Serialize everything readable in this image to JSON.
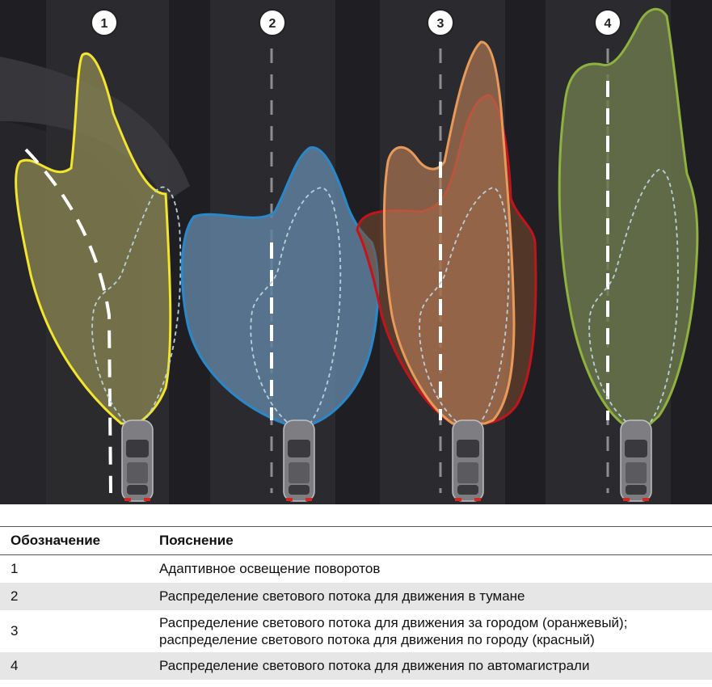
{
  "markers": [
    "1",
    "2",
    "3",
    "4"
  ],
  "colors": {
    "adaptive": "#f2e52c",
    "fog": "#2b88c8",
    "country": "#e79a5a",
    "city": "#c4141b",
    "motorway": "#8fb23f",
    "road": "#1f1f23",
    "lane": "#2b2b2f"
  },
  "table": {
    "header": {
      "col1": "Обозначение",
      "col2": "Пояснение"
    },
    "rows": [
      {
        "id": "1",
        "text": [
          "Адаптивное освещение поворотов"
        ]
      },
      {
        "id": "2",
        "text": [
          "Распределение светового потока для движения в тумане"
        ]
      },
      {
        "id": "3",
        "text": [
          "Распределение светового потока для движения за городом (оранжевый);",
          "распределение светового потока для движения по городу (красный)"
        ]
      },
      {
        "id": "4",
        "text": [
          "Распределение светового потока для движения по автомагистрали"
        ]
      }
    ]
  }
}
